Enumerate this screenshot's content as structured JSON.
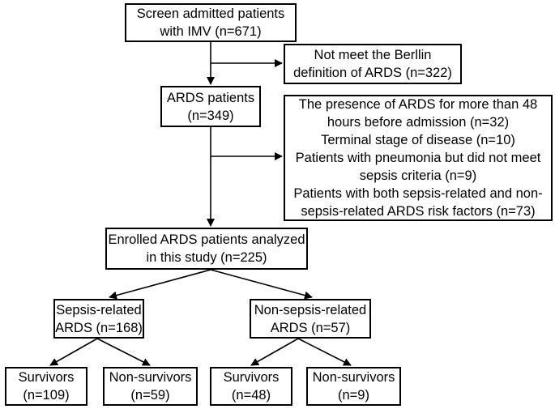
{
  "flowchart": {
    "screen": {
      "lines": [
        "Screen admitted patients",
        "with IMV  (n=671)"
      ]
    },
    "exclusion1": {
      "lines": [
        "Not meet the Berllin",
        "definition of ARDS (n=322)"
      ]
    },
    "ards": {
      "lines": [
        "ARDS patients",
        "(n=349)"
      ]
    },
    "exclusion2": {
      "lines": [
        "The presence of ARDS for more than 48",
        "hours before admission (n=32)",
        "Terminal stage of disease (n=10)",
        "Patients  with pneumonia but did not meet",
        "sepsis criteria (n=9)",
        "Patients with both sepsis-related and non-",
        "sepsis-related ARDS risk factors (n=73)"
      ]
    },
    "enrolled": {
      "lines": [
        "Enrolled ARDS patients  analyzed",
        "in this study (n=225)"
      ]
    },
    "sepsis": {
      "lines": [
        "Sepsis-related",
        "ARDS (n=168)"
      ]
    },
    "nonsepsis": {
      "lines": [
        "Non-sepsis-related",
        "ARDS (n=57)"
      ]
    },
    "sepsis_survivors": {
      "lines": [
        "Survivors",
        "(n=109)"
      ]
    },
    "sepsis_nonsurvivors": {
      "lines": [
        "Non-survivors",
        "(n=59)"
      ]
    },
    "nonsepsis_survivors": {
      "lines": [
        "Survivors",
        "(n=48)"
      ]
    },
    "nonsepsis_nonsurvivors": {
      "lines": [
        "Non-survivors",
        "(n=9)"
      ]
    }
  }
}
